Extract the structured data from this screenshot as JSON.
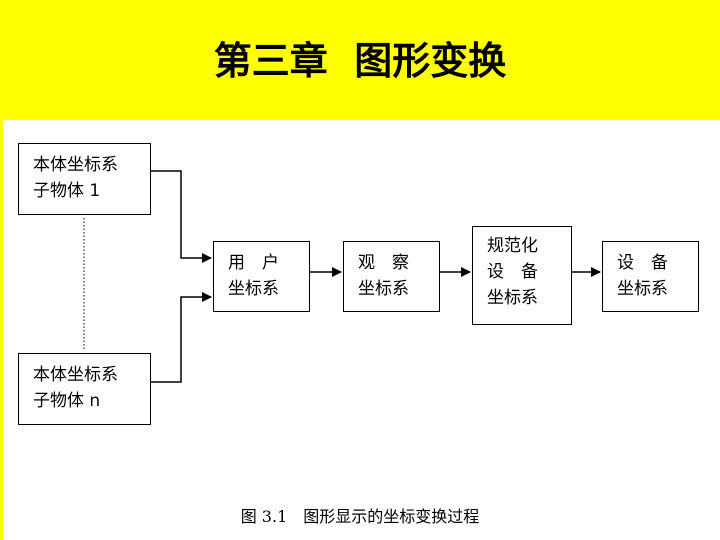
{
  "slide": {
    "title": "第三章  图形变换",
    "header_color": "#ffff00"
  },
  "diagram": {
    "nodes": {
      "object1": {
        "line1": "本体坐标系",
        "line2": "子物体 1"
      },
      "objectn": {
        "line1": "本体坐标系",
        "line2": "子物体 n"
      },
      "user": {
        "line1": "用　户",
        "line2": "坐标系"
      },
      "view": {
        "line1": "观　察",
        "line2": "坐标系"
      },
      "normalized": {
        "line1": "规范化",
        "line2": "设　备",
        "line3": "坐标系"
      },
      "device": {
        "line1": "设　备",
        "line2": "坐标系"
      }
    },
    "edges": [
      [
        "object1",
        "user"
      ],
      [
        "objectn",
        "user"
      ],
      [
        "user",
        "view"
      ],
      [
        "view",
        "normalized"
      ],
      [
        "normalized",
        "device"
      ]
    ],
    "caption": "图 3.1　图形显示的坐标变换过程"
  }
}
